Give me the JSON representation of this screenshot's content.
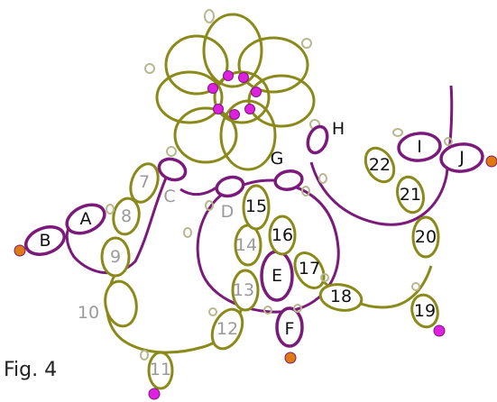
{
  "colors": {
    "olive": "#8a8a1a",
    "purple": "#7a1a7a",
    "magenta_bead": "#e020e0",
    "orange_bead": "#e07a10",
    "picot": "#b8b890"
  },
  "caption": "Fig. 4",
  "labels": {
    "A": "A",
    "B": "B",
    "C": "C",
    "D": "D",
    "E": "E",
    "F": "F",
    "G": "G",
    "H": "H",
    "I": "I",
    "J": "J",
    "n7": "7",
    "n8": "8",
    "n9": "9",
    "n10": "10",
    "n11": "11",
    "n12": "12",
    "n13": "13",
    "n14": "14",
    "n15": "15",
    "n16": "16",
    "n17": "17",
    "n18": "18",
    "n19": "19",
    "n20": "20",
    "n21": "21",
    "n22": "22"
  }
}
